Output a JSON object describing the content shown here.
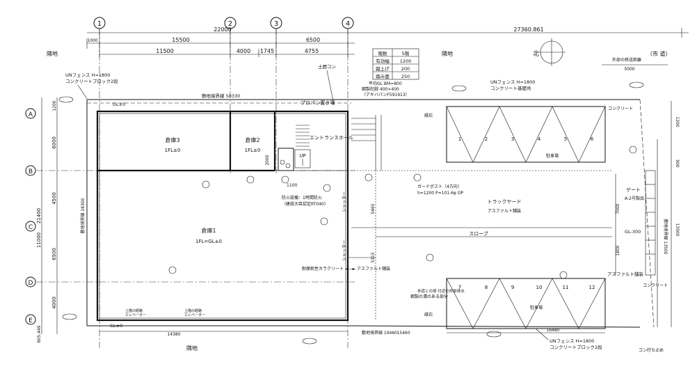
{
  "grid_axes": [
    "1",
    "2",
    "3",
    "4"
  ],
  "grid_rows": [
    "A",
    "B",
    "C",
    "D",
    "E"
  ],
  "dimensions": {
    "overall_top": "22000",
    "top_right": "27360.861",
    "spans_upper": [
      "1000",
      "15500",
      "6500"
    ],
    "spans_lower": [
      "11500",
      "4000",
      "1745",
      "4755"
    ],
    "left_total": "21400",
    "left_spans": [
      "1200",
      "6000",
      "4500",
      "11000",
      "6500",
      "4000",
      "805.449"
    ],
    "right_top": "5000",
    "right_side": [
      "1200",
      "900",
      "7000",
      "1800",
      "13500"
    ],
    "bottom_left": "14380",
    "bottom_mid": "15460",
    "bottom_right": "16480",
    "misc_dims": [
      "5465",
      "5315",
      "2000",
      "1100"
    ]
  },
  "labels": {
    "neighbor": "隣地",
    "road_right": "（市 道）",
    "fence_left": [
      "UNフェンス H=1800",
      "コンクリートブロック2段"
    ],
    "fence_right": [
      "UNフェンス H=1800",
      "コンクリート基礎共"
    ],
    "fence_bottom": [
      "UNフェンス H=1800",
      "コンクリートブロック2段"
    ],
    "boundary_top": "敷地境界線 50330",
    "boundary_bottom": "敷地境界線 19460",
    "boundary_left": "敷地境界線 28300",
    "boundary_right": "敷地境界線 13500",
    "gl_top": "GL±0",
    "gl_bottom": "GL±0",
    "soil": "土間コン",
    "propane": "プロパン置き場",
    "entrance": "エントランスホール",
    "up": "UP",
    "wh1": "倉庫1",
    "wh1_fl": "1FL=GL±0",
    "wh2": "倉庫2",
    "wh2_fl": "1FL±0",
    "wh3": "倉庫3",
    "wh3_fl": "1FL±0",
    "shutter": "シャッター",
    "fire_door": [
      "防火設備：1時間防火",
      "（建設大臣認定RT040）"
    ],
    "post_box": [
      "ガードポスト（4方向）",
      "h=1200 P=101.6φ OP"
    ],
    "truck_yard": [
      "トラックヤード",
      "アスファルト舗装"
    ],
    "slope": "スロープ",
    "concrete_asphalt": "耐摩耗性カラクリート ◄—► アスファルト舗装",
    "joint": "鋼製の溝のある部分",
    "parking": "駐車場",
    "parking_nums": [
      "1",
      "2",
      "3",
      "4",
      "5",
      "6",
      "7",
      "8",
      "9",
      "10",
      "11",
      "12"
    ],
    "gate": [
      "ゲート",
      "A-2号製品"
    ],
    "gl300": "GL-300",
    "asphalt": "アスファルト舗装",
    "concrete": "コンクリート",
    "concrete_end": "コン打ち止め",
    "existing_wall": "外部の移送距離",
    "curb": "縁石",
    "elevator": [
      "上階の経路",
      "エレベーター"
    ],
    "footnote": "歩道との境 付近の外部排水",
    "column_spec": [
      "鋼製柱脚 400×400",
      "（アキバパンF591913）"
    ],
    "survey_pt": "平均GL BM=800",
    "north": "北"
  },
  "legend_table": {
    "rows": [
      [
        "階数",
        "5階"
      ],
      [
        "有効幅",
        "1200"
      ],
      [
        "蹴上げ",
        "200"
      ],
      [
        "踏み面",
        "250"
      ]
    ]
  }
}
